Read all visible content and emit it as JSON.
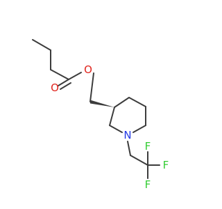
{
  "molecule": {
    "atoms": {
      "oxo": {
        "symbol": "O",
        "color": "#e0251e"
      },
      "ester_o": {
        "symbol": "O",
        "color": "#e0251e"
      },
      "n": {
        "symbol": "N",
        "color": "#2239e6"
      },
      "f1": {
        "symbol": "F",
        "color": "#33cc33"
      },
      "f2": {
        "symbol": "F",
        "color": "#33cc33"
      },
      "f3": {
        "symbol": "F",
        "color": "#33cc33"
      }
    },
    "bond_color": "#3c3c3c",
    "stereo_bond": "wedge"
  }
}
